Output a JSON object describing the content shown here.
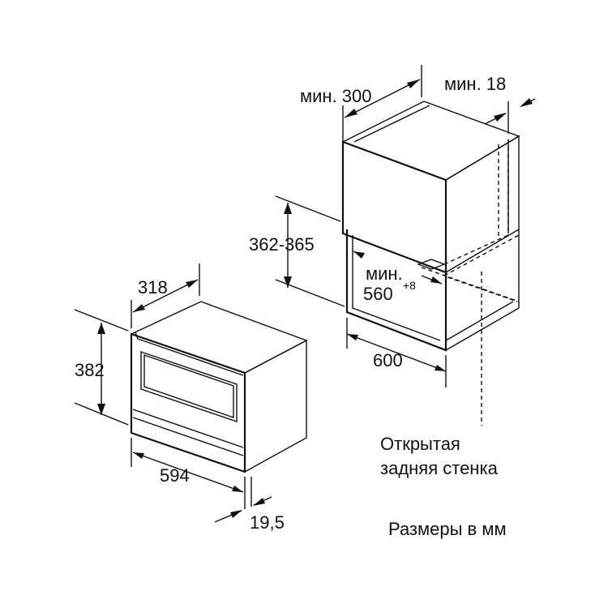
{
  "dimensions": {
    "min_300": "мин. 300",
    "min_18": "мин. 18",
    "niche_height": "362-365",
    "min_label": "мин.",
    "depth_560": "560",
    "depth_560_tol": "+8",
    "width_600": "600",
    "oven_depth": "318",
    "oven_height": "382",
    "oven_width": "594",
    "front_thickness": "19,5"
  },
  "notes": {
    "open_back_line1": "Открытая",
    "open_back_line2": "задняя стенка",
    "units": "Размеры в мм"
  }
}
